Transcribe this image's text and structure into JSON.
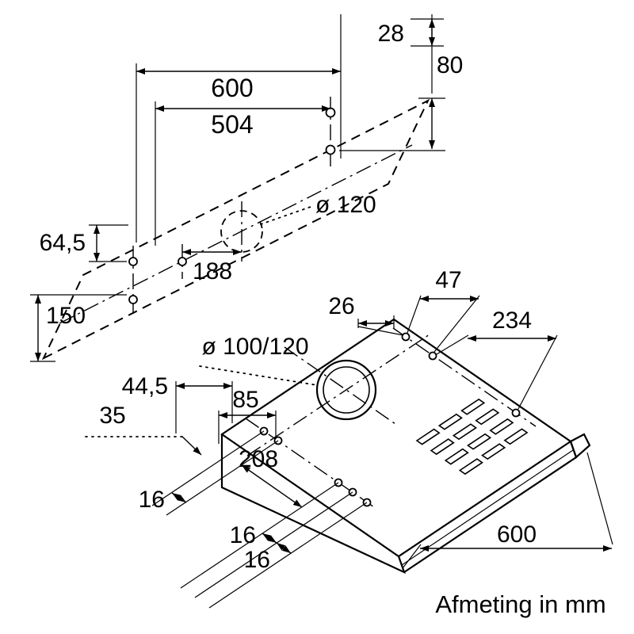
{
  "caption": "Afmeting in mm",
  "unit": "mm",
  "colors": {
    "line": "#000000",
    "background": "#ffffff"
  },
  "top": {
    "width": "600",
    "hole_distance": "504",
    "rear_edge_offset": "28",
    "rear_hole_spacing": "80",
    "duct_diameter": "ø 120",
    "side_hole_offset": "64,5",
    "front_hole_offset": "150",
    "center_hole_distance": "188"
  },
  "hood": {
    "rear_offset_first": "26",
    "rear_offset_second": "47",
    "rear_hole_span": "234",
    "duct_diameter": "ø 100/120",
    "front_offset_a": "44,5",
    "front_offset_b": "85",
    "front_offset_c": "35",
    "front_hole_span": "208",
    "hole_spacing_a": "16",
    "hole_spacing_b": "16",
    "hole_spacing_c": "16",
    "width": "600"
  }
}
